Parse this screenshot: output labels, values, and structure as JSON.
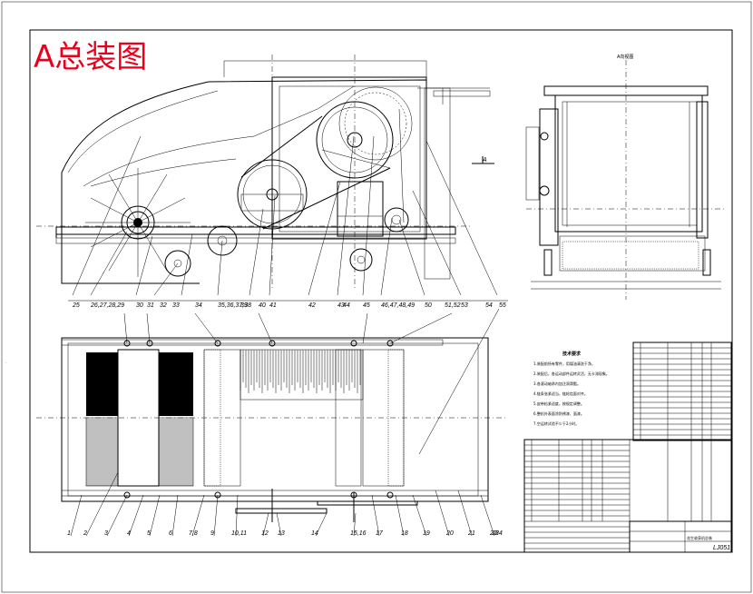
{
  "title": "A总装图",
  "view_label": "A向视图",
  "section_arrow_label": "A",
  "top_labels": [
    "25",
    "26,27,28,29",
    "30",
    "31",
    "32",
    "33",
    "34",
    "35,36,37,38",
    "39",
    "40",
    "41",
    "42",
    "43",
    "44",
    "45",
    "46,47,48,49",
    "50",
    "51,52",
    "53",
    "54",
    "55"
  ],
  "bottom_labels": [
    "1",
    "2",
    "3",
    "4",
    "5",
    "6",
    "7,8",
    "9",
    "10,11",
    "12",
    "13",
    "14",
    "15,16",
    "17",
    "18",
    "19",
    "20",
    "21",
    "22",
    "23",
    "24"
  ],
  "tech_requirements": {
    "heading": "技术要求",
    "lines": [
      "1.装配前所有零件，用煤油清洗干净。",
      "2.装配后，各运动部件运转灵活，无卡滞现象。",
      "3.各滚动轴承内加注润滑脂。",
      "4.链条张紧适当，链轮齿面对齐。",
      "5.皮带松紧适度，按规定调整。",
      "6.整机外表面涂防锈漆、面漆。",
      "7.空运转试验不少于2小时。"
    ]
  },
  "title_block": {
    "drawing_name": "花生收获机总装",
    "drawing_code": "LJ051"
  }
}
